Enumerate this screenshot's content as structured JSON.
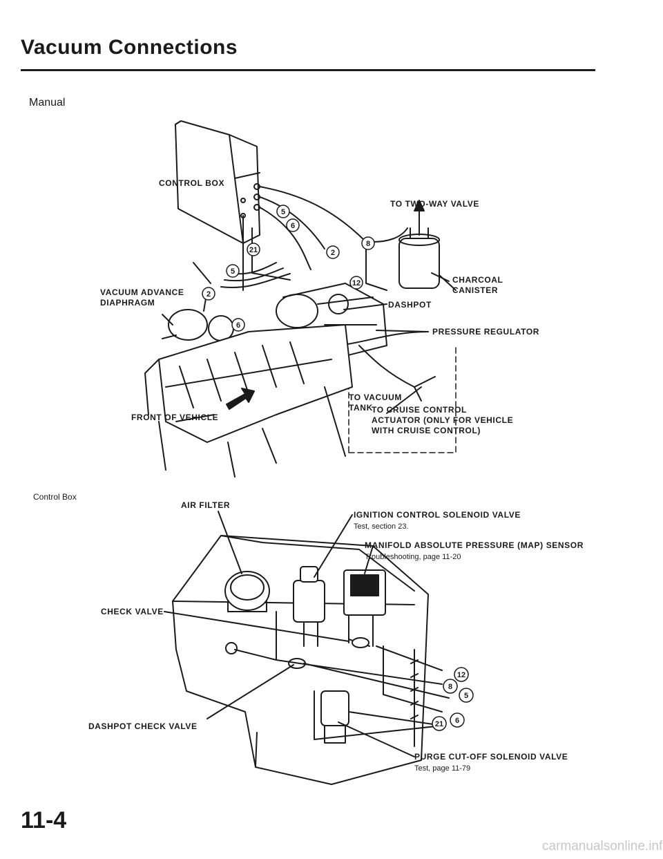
{
  "page": {
    "title": "Vacuum Connections",
    "page_number": "11-4",
    "watermark": "carmanualsonline.info"
  },
  "manual_section": {
    "heading": "Manual",
    "labels": {
      "control_box": "CONTROL BOX",
      "two_way_valve": "TO TWO-WAY VALVE",
      "vacuum_advance": "VACUUM ADVANCE\nDIAPHRAGM",
      "charcoal_canister": "CHARCOAL\nCANISTER",
      "dashpot": "DASHPOT",
      "pressure_regulator": "PRESSURE REGULATOR",
      "vacuum_tank": "TO VACUUM\nTANK",
      "cruise_control": "TO CRUISE CONTROL\nACTUATOR (ONLY FOR VEHICLE\nWITH CRUISE CONTROL)",
      "front_of_vehicle": "FRONT OF VEHICLE"
    },
    "hose_numbers": [
      "5",
      "6",
      "8",
      "21",
      "2",
      "12",
      "5",
      "2",
      "6"
    ]
  },
  "control_box_section": {
    "heading": "Control Box",
    "labels": {
      "air_filter": "AIR FILTER",
      "ignition_solenoid": "IGNITION CONTROL SOLENOID VALVE",
      "ignition_solenoid_ref": "Test, section 23.",
      "map_sensor": "MANIFOLD ABSOLUTE PRESSURE (MAP) SENSOR",
      "map_sensor_ref": "Troubleshooting, page 11-20",
      "check_valve": "CHECK VALVE",
      "dashpot_check_valve": "DASHPOT CHECK VALVE",
      "purge_solenoid": "PURGE CUT-OFF SOLENOID VALVE",
      "purge_solenoid_ref": "Test, page 11-79"
    },
    "port_numbers": [
      "12",
      "8",
      "5",
      "21",
      "6"
    ]
  }
}
